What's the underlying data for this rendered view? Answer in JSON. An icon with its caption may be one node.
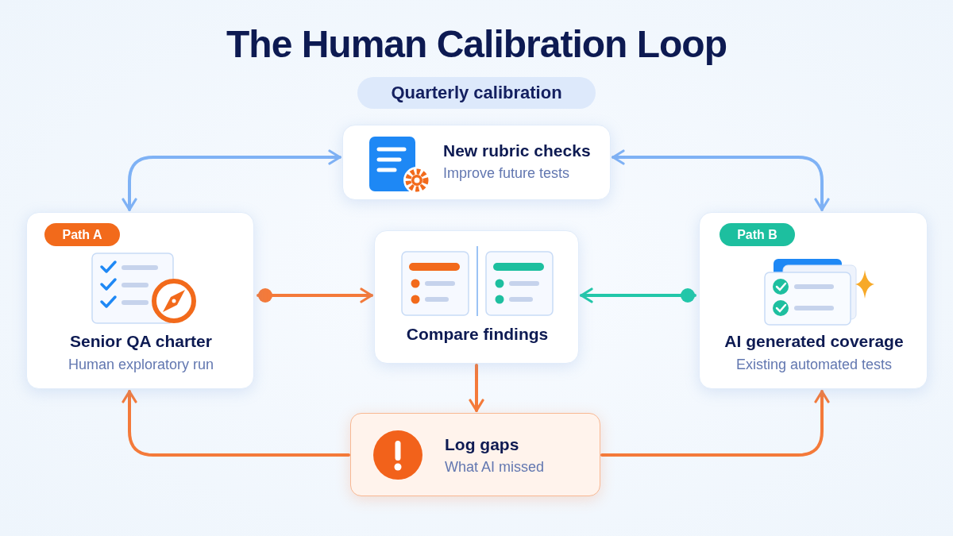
{
  "diagram": {
    "title": "The Human Calibration Loop",
    "nodes": [
      {
        "text": [
          "Quarterly calibration"
        ]
      },
      {
        "text": [
          "New rubric checks",
          "Improve future tests"
        ]
      },
      {
        "text": [
          "Senior QA charter",
          "Human exploratory run"
        ]
      },
      {
        "text": [
          "Path A"
        ],
        "in": 2
      },
      {
        "text": [
          "Compare findings"
        ]
      },
      {
        "text": [
          "AI generated coverage",
          "Existing automated tests"
        ]
      },
      {
        "text": [
          "Path B"
        ],
        "in": 5
      },
      {
        "text": [
          "Log gaps",
          "What AI missed"
        ]
      }
    ],
    "edges": [
      {
        "from": 1,
        "to": 2,
        "arrow": "both",
        "color": "#7fb2f5"
      },
      {
        "from": 1,
        "to": 5,
        "arrow": "both",
        "color": "#7fb2f5"
      },
      {
        "from": 2,
        "to": 4,
        "arrow": "to"
      },
      {
        "from": 5,
        "to": 4,
        "arrow": "to",
        "color": "#22c7a9"
      },
      {
        "from": 4,
        "to": 7,
        "arrow": "to"
      },
      {
        "from": 7,
        "to": 2,
        "arrow": "to"
      },
      {
        "from": 7,
        "to": 5,
        "arrow": "to"
      }
    ]
  }
}
